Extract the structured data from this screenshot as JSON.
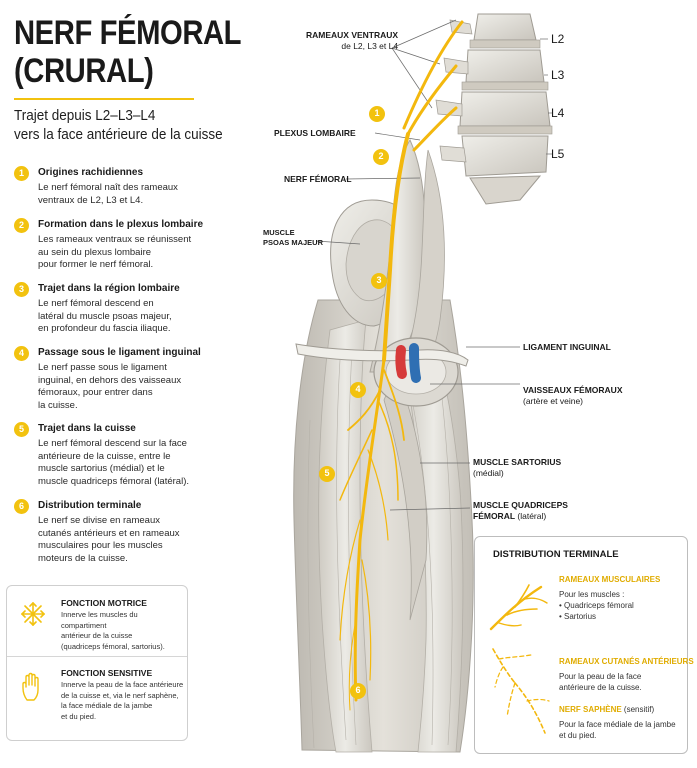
{
  "header": {
    "title_line1": "NERF FÉMORAL",
    "title_line2": "(CRURAL)",
    "subtitle_line1": "Trajet depuis L2–L3–L4",
    "subtitle_line2": "vers la face antérieure de la cuisse"
  },
  "steps": [
    {
      "num": "1",
      "title": "Origines rachidiennes",
      "text": [
        "Le nerf fémoral naît des rameaux",
        "ventraux de L2, L3 et L4."
      ]
    },
    {
      "num": "2",
      "title": "Formation dans le plexus lombaire",
      "text": [
        "Les rameaux ventraux se réunissent",
        "au sein du plexus lombaire",
        "pour former le nerf fémoral."
      ]
    },
    {
      "num": "3",
      "title": "Trajet dans la région lombaire",
      "text": [
        "Le nerf fémoral descend en",
        "latéral du muscle psoas majeur,",
        "en profondeur du fascia iliaque."
      ]
    },
    {
      "num": "4",
      "title": "Passage sous le ligament inguinal",
      "text": [
        "Le nerf passe sous le ligament",
        "inguinal, en dehors des vaisseaux",
        "fémoraux, pour entrer dans",
        "la cuisse."
      ]
    },
    {
      "num": "5",
      "title": "Trajet dans la cuisse",
      "text": [
        "Le nerf fémoral descend sur la face",
        "antérieure de la cuisse, entre le",
        "muscle sartorius (médial) et le",
        "muscle quadriceps fémoral (latéral)."
      ]
    },
    {
      "num": "6",
      "title": "Distribution terminale",
      "text": [
        "Le nerf se divise en rameaux",
        "cutanés antérieurs et en rameaux",
        "musculaires pour les muscles",
        "moteurs de la cuisse."
      ]
    }
  ],
  "functions": {
    "motrice": {
      "icon": "muscle-nerve-icon",
      "title": "FONCTION MOTRICE",
      "text": [
        "Innerve les muscles du compartiment",
        "antérieur de la cuisse",
        "(quadriceps fémoral, sartorius)."
      ]
    },
    "sensitive": {
      "icon": "hand-icon",
      "title": "FONCTION SENSITIVE",
      "text": [
        "Innerve la peau de la face antérieure",
        "de la cuisse et, via le nerf saphène,",
        "la face médiale de la jambe",
        "et du pied."
      ]
    }
  },
  "distribution": {
    "title": "DISTRIBUTION TERMINALE",
    "musculaires": {
      "title": "RAMEAUX MUSCULAIRES",
      "text": [
        "Pour les muscles :",
        "•  Quadriceps fémoral",
        "•  Sartorius"
      ]
    },
    "cutanes": {
      "title": "RAMEAUX CUTANÉS ANTÉRIEURS",
      "text": [
        "Pour la peau de la face",
        "antérieure de la cuisse."
      ]
    },
    "saphene": {
      "title": "NERF SAPHÈNE",
      "title_suffix": " (sensitif)",
      "text": [
        "Pour la face médiale de la jambe",
        "et du pied."
      ]
    }
  },
  "labels": {
    "rameaux_ventraux": [
      "RAMEAUX VENTRAUX",
      "de L2, L3 et L4"
    ],
    "plexus": "PLEXUS LOMBAIRE",
    "nerf_femoral": "NERF FÉMORAL",
    "psoas": [
      "MUSCLE",
      "PSOAS MAJEUR"
    ],
    "ligament": "LIGAMENT INGUINAL",
    "vaisseaux": [
      "VAISSEAUX FÉMORAUX",
      "(artère et veine)"
    ],
    "sartorius": [
      "MUSCLE SARTORIUS",
      "(médial)"
    ],
    "quadriceps": [
      "MUSCLE QUADRICEPS",
      "FÉMORAL",
      " (latéral)"
    ]
  },
  "vertebrae": [
    "L2",
    "L3",
    "L4",
    "L5"
  ],
  "markers": [
    "1",
    "2",
    "3",
    "4",
    "5",
    "6"
  ],
  "colors": {
    "accent": "#f2c20f",
    "nerve": "#f3b80e",
    "artery": "#d63a3a",
    "vein": "#2f6fb3",
    "bone": "#e3e1da",
    "muscle": "#d9d6cf"
  }
}
